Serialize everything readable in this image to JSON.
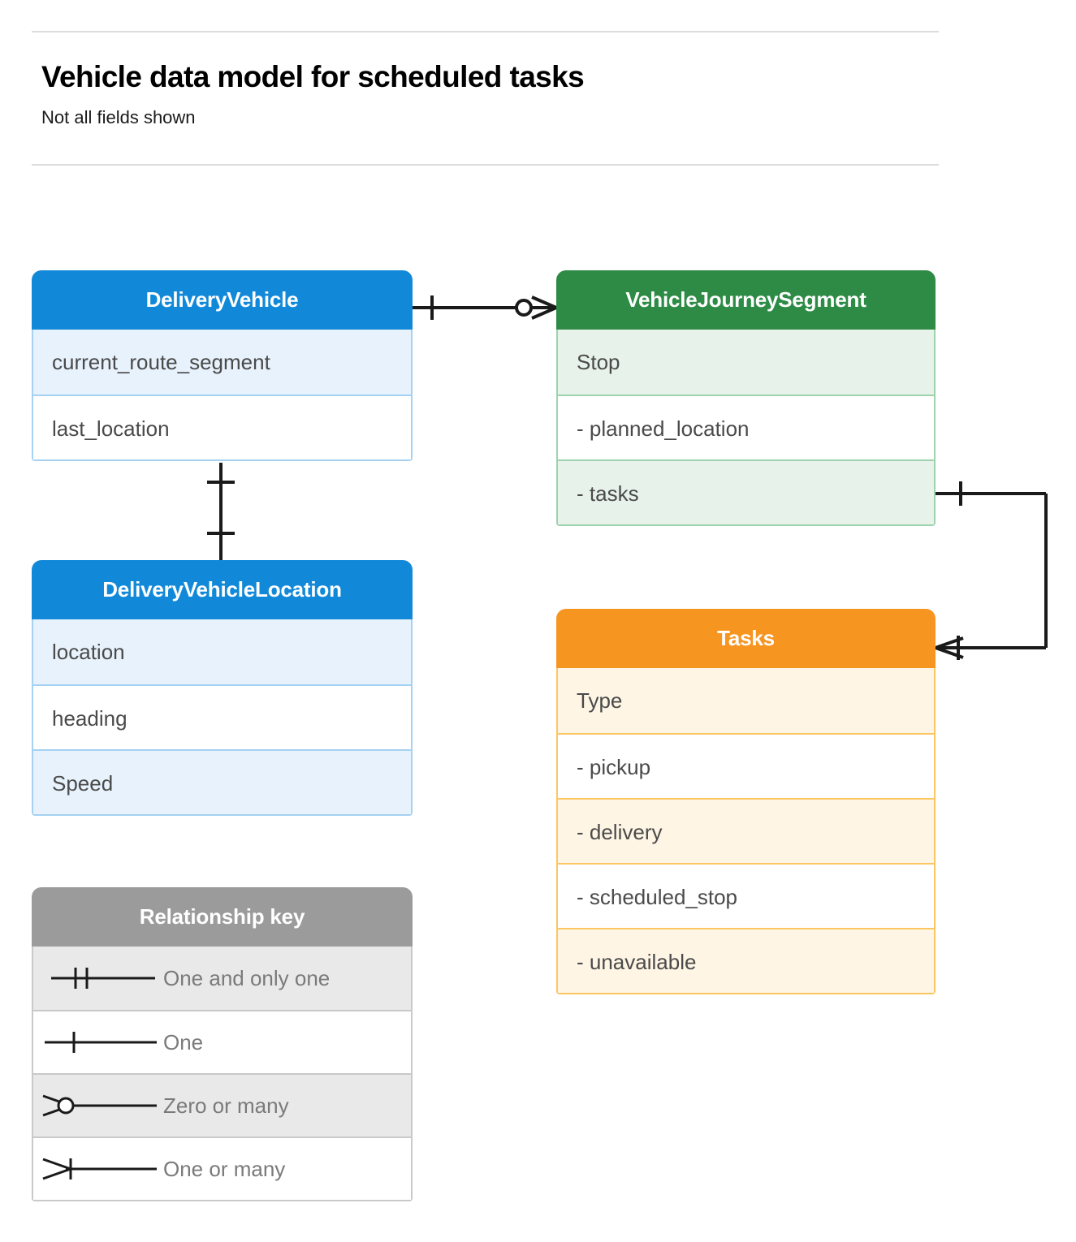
{
  "header": {
    "title": "Vehicle data model for scheduled tasks",
    "subtitle": "Not all fields shown"
  },
  "colors": {
    "blue_header": "#1189d8",
    "blue_row_alt": "#e8f2fc",
    "blue_border": "#a5d2f2",
    "green_header": "#2e8b46",
    "green_row_alt": "#e7f2ea",
    "green_border": "#9ed3ae",
    "orange_header": "#f79521",
    "orange_row_alt": "#fef5e5",
    "orange_border": "#fbc661",
    "gray_header": "#9b9b9b",
    "gray_row_alt": "#e9e9e9",
    "gray_border": "#c9c9c9",
    "connector": "#1a1a1a",
    "rule": "#dcdcdc"
  },
  "entities": {
    "delivery_vehicle": {
      "title": "DeliveryVehicle",
      "rows": [
        "current_route_segment",
        "last_location"
      ]
    },
    "vehicle_journey_segment": {
      "title": "VehicleJourneySegment",
      "rows": [
        "Stop",
        "-  planned_location",
        "- tasks"
      ]
    },
    "delivery_vehicle_location": {
      "title": "DeliveryVehicleLocation",
      "rows": [
        "location",
        "heading",
        "Speed"
      ]
    },
    "tasks": {
      "title": "Tasks",
      "rows": [
        "Type",
        "-  pickup",
        "-  delivery",
        "-  scheduled_stop",
        "-  unavailable"
      ]
    }
  },
  "legend": {
    "title": "Relationship key",
    "items": [
      {
        "symbol": "one-and-only-one",
        "label": "One and only one"
      },
      {
        "symbol": "one",
        "label": "One"
      },
      {
        "symbol": "zero-or-many",
        "label": "Zero or many"
      },
      {
        "symbol": "one-or-many",
        "label": "One or many"
      }
    ]
  },
  "relationships": [
    {
      "from": "DeliveryVehicle",
      "to": "VehicleJourneySegment",
      "from_cardinality": "one",
      "to_cardinality": "zero-or-many"
    },
    {
      "from": "DeliveryVehicle",
      "to": "DeliveryVehicleLocation",
      "from_cardinality": "one",
      "to_cardinality": "one"
    },
    {
      "from": "VehicleJourneySegment.tasks",
      "to": "Tasks",
      "from_cardinality": "one",
      "to_cardinality": "one-or-many"
    }
  ]
}
